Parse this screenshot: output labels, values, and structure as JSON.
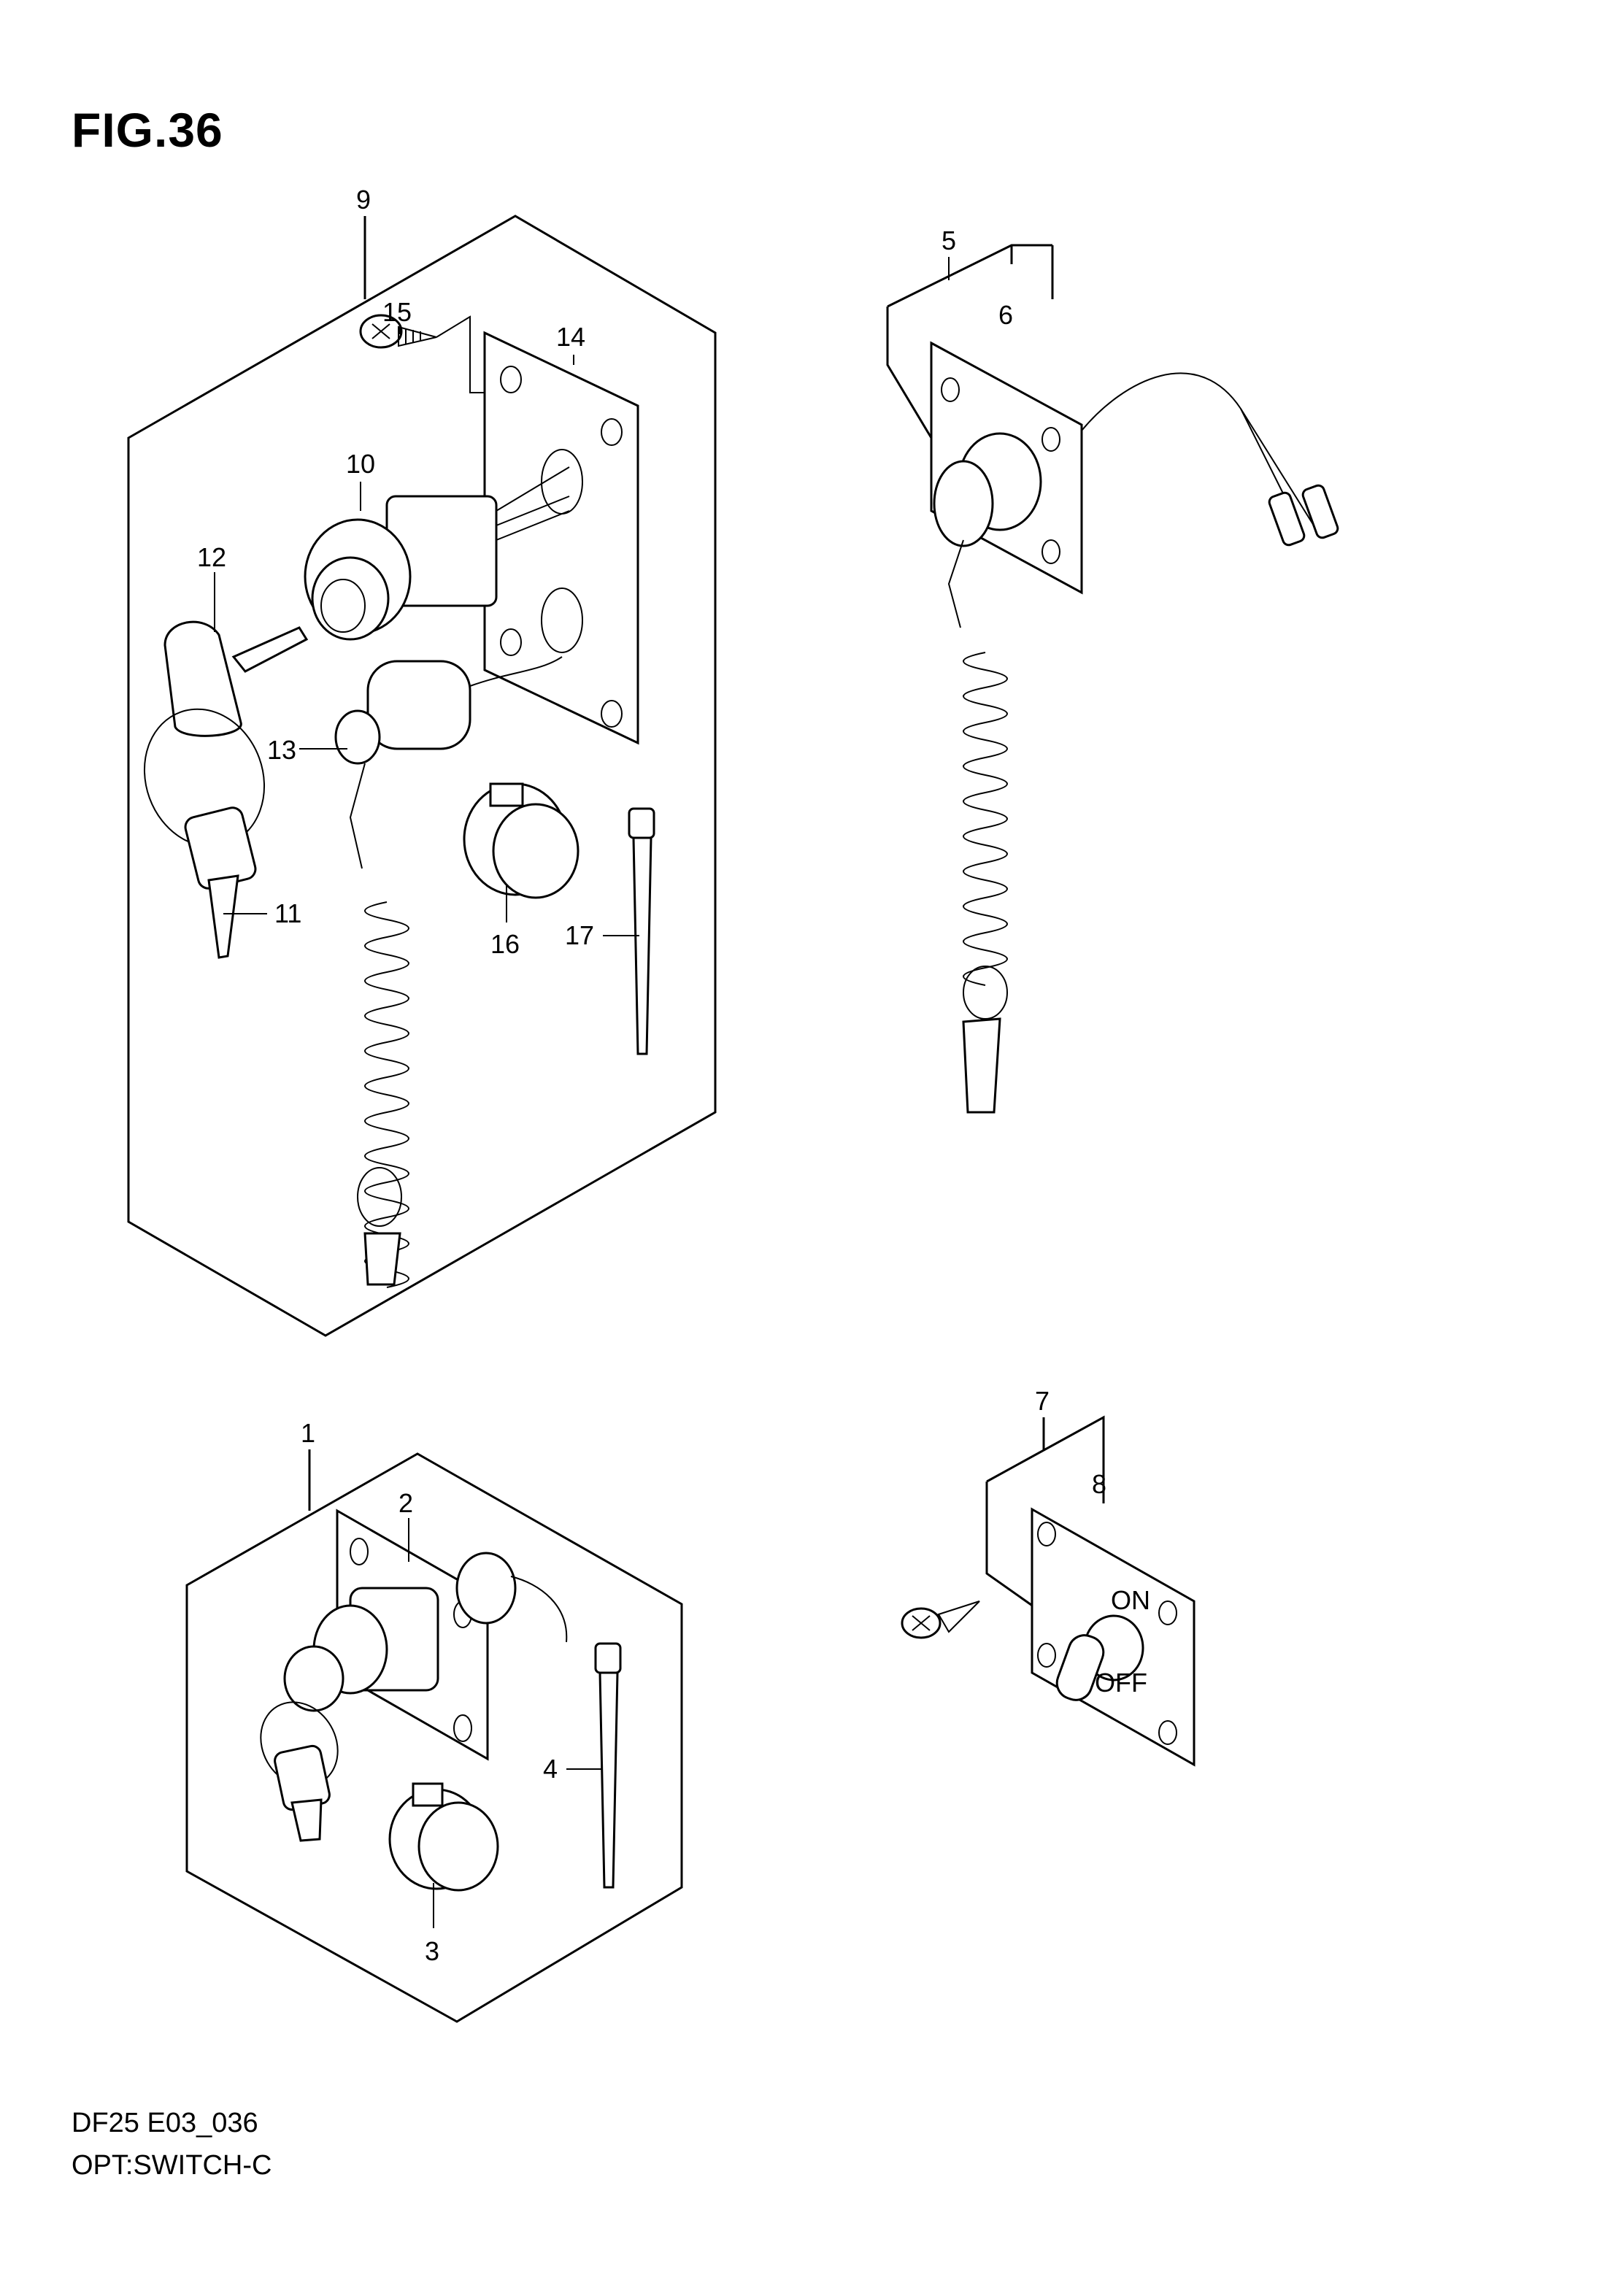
{
  "figure": {
    "title": "FIG.36"
  },
  "callouts": {
    "n1": "1",
    "n2": "2",
    "n3": "3",
    "n4": "4",
    "n5": "5",
    "n6": "6",
    "n7": "7",
    "n8": "8",
    "n9": "9",
    "n10": "10",
    "n11": "11",
    "n12": "12",
    "n13": "13",
    "n14": "14",
    "n15": "15",
    "n16": "16",
    "n17": "17"
  },
  "switch_markings": {
    "on": "ON",
    "off": "OFF"
  },
  "footer": {
    "model_code": "DF25 E03_036",
    "section_name": "OPT:SWITCH-C"
  }
}
